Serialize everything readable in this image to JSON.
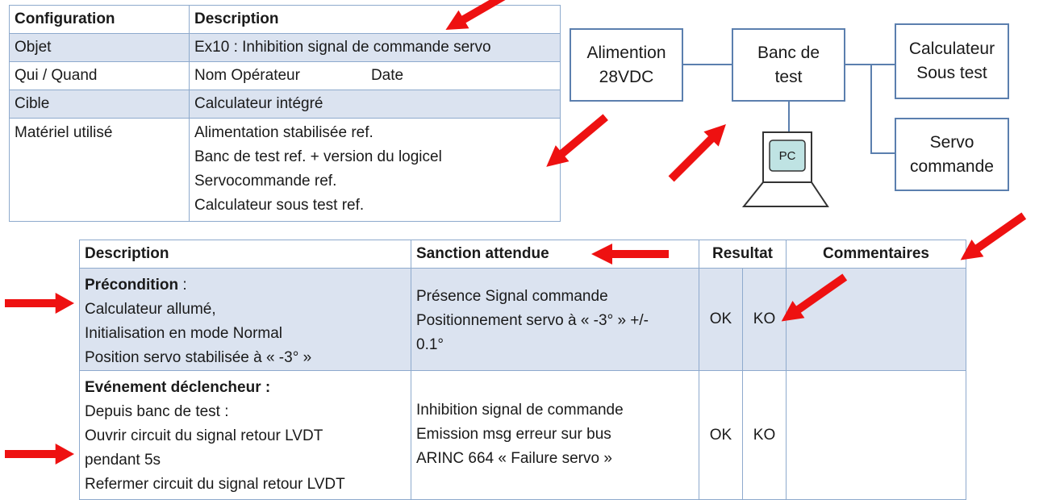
{
  "config_table": {
    "header": [
      "Configuration",
      "Description"
    ],
    "rows": [
      {
        "label": "Objet",
        "value": "Ex10 : Inhibition signal de commande servo"
      },
      {
        "label": "Qui / Quand",
        "value": "Nom Opérateur",
        "value2": "Date"
      },
      {
        "label": "Cible",
        "value": "Calculateur intégré"
      },
      {
        "label": "Matériel utilisé",
        "lines": [
          "Alimentation stabilisée ref.",
          "Banc de test ref. + version du logicel",
          "Servocommande ref.",
          "Calculateur sous test ref."
        ]
      }
    ]
  },
  "diagram": {
    "alimentation": [
      "Alimention",
      "28VDC"
    ],
    "banc": [
      "Banc de",
      "test"
    ],
    "calculateur": [
      "Calculateur",
      "Sous test"
    ],
    "servo": [
      "Servo",
      "commande"
    ],
    "pc": "PC"
  },
  "test_table": {
    "headers": {
      "description": "Description",
      "sanction": "Sanction attendue",
      "resultat": "Resultat",
      "commentaires": "Commentaires"
    },
    "rows": [
      {
        "title": "Précondition",
        "title_suffix": " :",
        "lines": [
          "Calculateur allumé,",
          "Initialisation en mode Normal",
          "Position servo stabilisée à « -3° »"
        ],
        "sanction": [
          "Présence Signal commande",
          "Positionnement servo à « -3° » +/-",
          "0.1°"
        ],
        "ok": "OK",
        "ko": "KO"
      },
      {
        "title": "Evénement déclencheur :",
        "title_suffix": "",
        "lines": [
          "Depuis banc de test :",
          "Ouvrir circuit du signal retour LVDT",
          "pendant 5s",
          "Refermer circuit du signal retour LVDT"
        ],
        "sanction": [
          "Inhibition signal de commande",
          "Emission msg erreur sur bus",
          "ARINC 664 « Failure servo »"
        ],
        "ok": "OK",
        "ko": "KO"
      }
    ]
  },
  "colors": {
    "arrow": "#ee1111",
    "header_fill": "#dbe3f0",
    "border": "#8eaacd",
    "pc_screen": "#bfe3e3"
  }
}
